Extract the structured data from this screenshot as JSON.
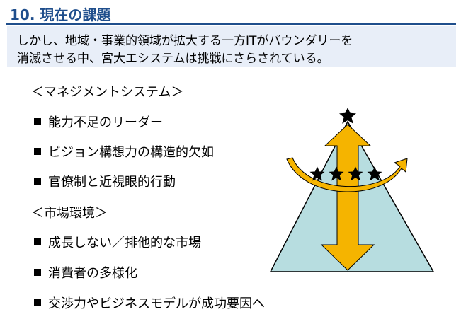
{
  "slide": {
    "title": "10. 現在の課題",
    "subtitle_lines": [
      "しかし、地域・事業的領域が拡大する一方ITがバウンダリーを",
      "消滅させる中、宮大エシステムは挑戦にさらされている。"
    ]
  },
  "sections": {
    "management": "＜マネジメントシステム＞",
    "market": "＜市場環境＞"
  },
  "bullets": [
    "能力不足のリーダー",
    "ビジョン構想力の構造的欠如",
    "官僚制と近視眼的行動",
    "成長しない／排他的な市場",
    "消費者の多様化",
    "交渉力やビジネスモデルが成功要因へ"
  ],
  "colors": {
    "title": "#1f4e8c",
    "subtitle_bg": "#e8eef8",
    "pyramid_fill": "#b7dde0",
    "arrow_fill": "#f5b400",
    "star_fill": "#000000"
  }
}
